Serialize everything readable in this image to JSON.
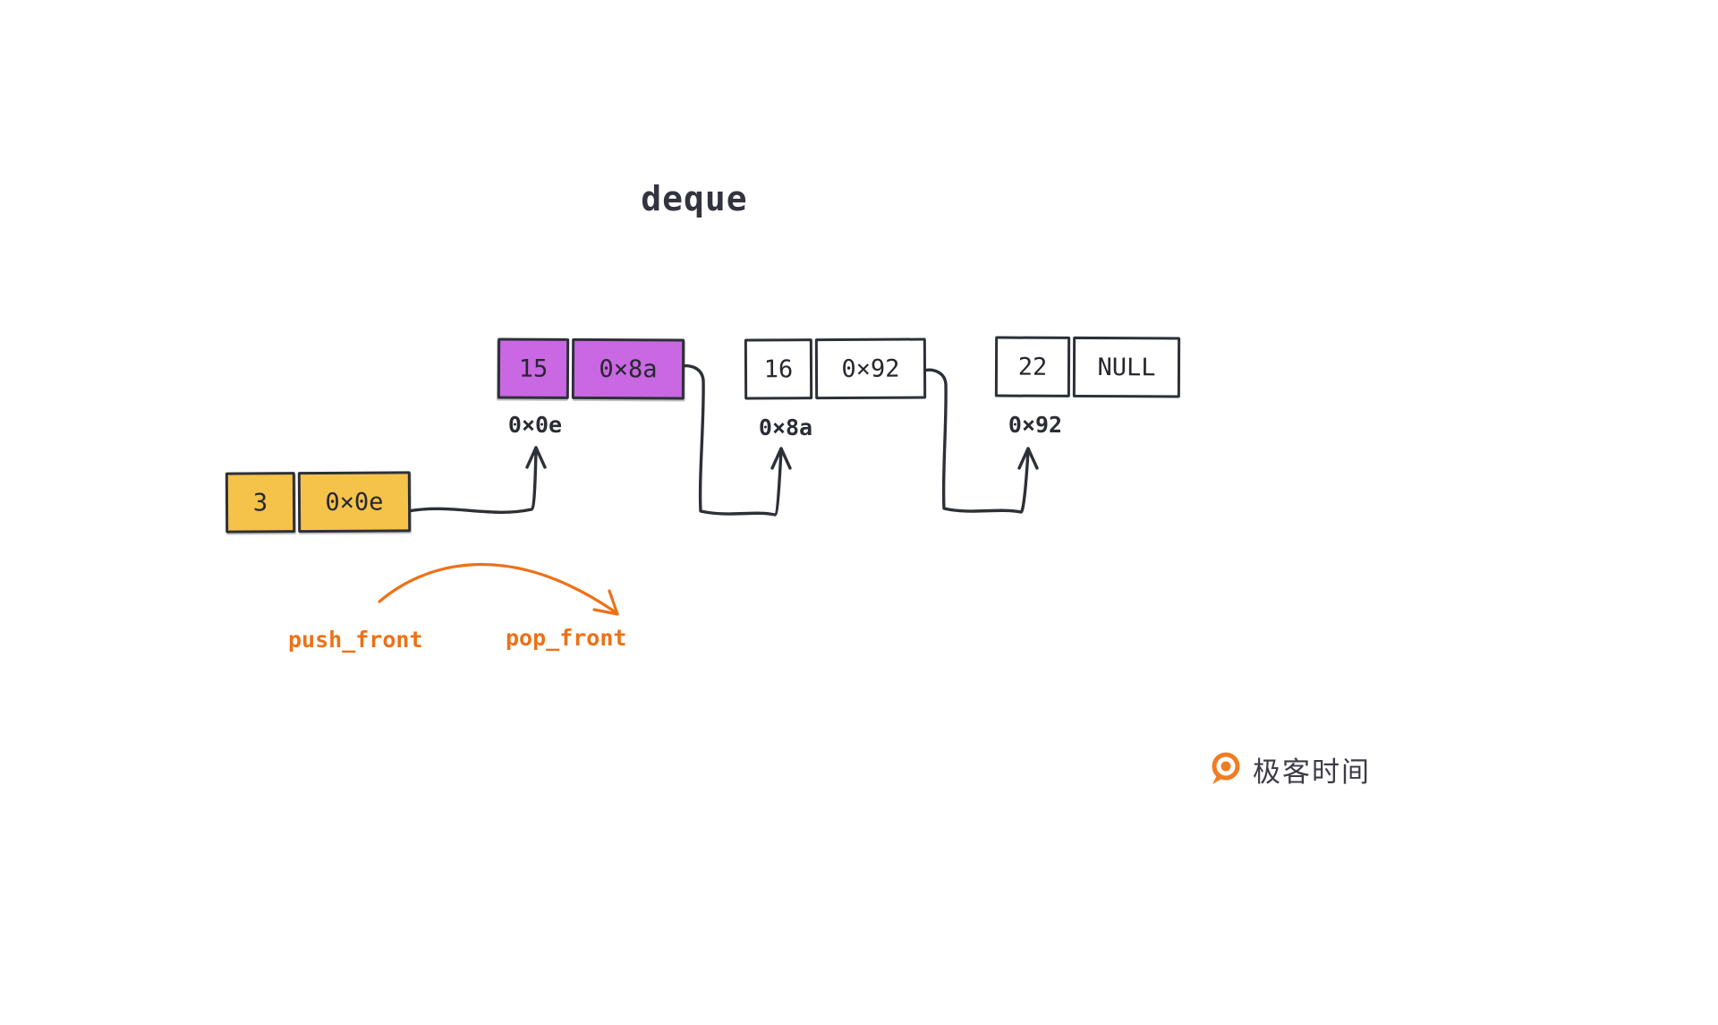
{
  "title": "deque",
  "nodes": [
    {
      "value": "3",
      "pointer": "0×0e",
      "address_label": ""
    },
    {
      "value": "15",
      "pointer": "0×8a",
      "address_label": "0×0e"
    },
    {
      "value": "16",
      "pointer": "0×92",
      "address_label": "0×8a"
    },
    {
      "value": "22",
      "pointer": "NULL",
      "address_label": "0×92"
    }
  ],
  "operations": {
    "push_front": "push_front",
    "pop_front": "pop_front"
  },
  "branding": {
    "logo_text": "极客时间"
  },
  "colors": {
    "node_front_fill": "#f5c24a",
    "node_second_fill": "#c968e2",
    "node_plain_fill": "#ffffff",
    "stroke_dark": "#2e3038",
    "accent_orange": "#ed7117"
  }
}
